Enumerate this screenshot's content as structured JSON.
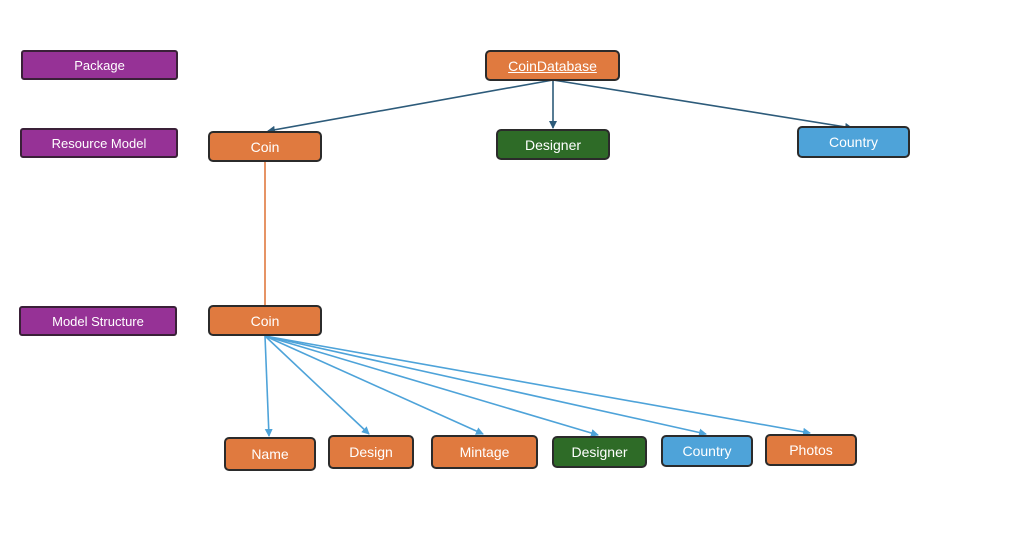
{
  "colors": {
    "package": "#963296",
    "resource": "#E07A3F",
    "designer": "#2E6B27",
    "country": "#4EA3D9",
    "line_dark": "#2D5B7A",
    "line_orange": "#E07A3F",
    "line_blue": "#4EA3D9"
  },
  "levels": {
    "package": "Package",
    "resource_model": "Resource Model",
    "model_structure": "Model Structure"
  },
  "package": {
    "label": "CoinDatabase"
  },
  "resource_models": [
    {
      "label": "Coin"
    },
    {
      "label": "Designer"
    },
    {
      "label": "Country"
    }
  ],
  "model_structure": {
    "root": {
      "label": "Coin"
    },
    "children": [
      {
        "label": "Name"
      },
      {
        "label": "Design"
      },
      {
        "label": "Mintage"
      },
      {
        "label": "Designer"
      },
      {
        "label": "Country"
      },
      {
        "label": "Photos"
      }
    ]
  }
}
